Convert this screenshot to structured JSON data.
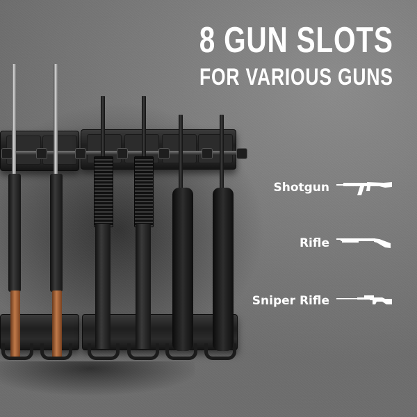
{
  "headline": {
    "title": "8 GUN SLOTS",
    "subtitle": "FOR VARIOUS GUNS"
  },
  "legend": [
    {
      "label": "Shotgun",
      "icon": "assault-rifle-icon"
    },
    {
      "label": "Rifle",
      "icon": "shotgun-icon"
    },
    {
      "label": "Sniper Rifle",
      "icon": "sniper-rifle-icon"
    }
  ],
  "colors": {
    "background": "#7d7d7d",
    "text": "#ffffff",
    "rack": "#1f1f1f",
    "wood": "#b06a3c"
  }
}
